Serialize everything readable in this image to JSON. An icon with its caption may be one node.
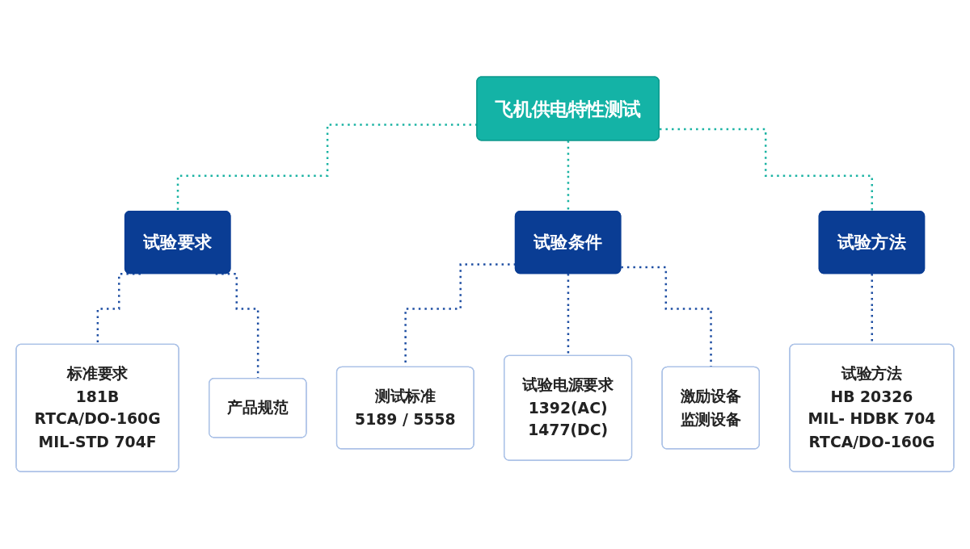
{
  "diagram": {
    "nodes": [
      {
        "text": [
          "飞机供电特性测试"
        ]
      },
      {
        "text": [
          "试验要求"
        ]
      },
      {
        "text": [
          "试验条件"
        ]
      },
      {
        "text": [
          "试验方法"
        ]
      },
      {
        "text": [
          "标准要求",
          "181B",
          "RTCA/DO-160G",
          "MIL-STD 704F"
        ]
      },
      {
        "text": [
          "产品规范"
        ]
      },
      {
        "text": [
          "测试标准",
          "5189 / 5558"
        ]
      },
      {
        "text": [
          "试验电源要求",
          "1392(AC)",
          "1477(DC)"
        ]
      },
      {
        "text": [
          "激励设备",
          "监测设备"
        ]
      },
      {
        "text": [
          "试验方法",
          "HB 20326",
          "MIL- HDBK 704",
          "RTCA/DO-160G"
        ]
      }
    ],
    "edges": [
      {
        "from": 0,
        "to": 1,
        "arrow": "none",
        "style": "dashed",
        "color": "#1bb3a3"
      },
      {
        "from": 0,
        "to": 2,
        "arrow": "none",
        "style": "dashed",
        "color": "#1bb3a3"
      },
      {
        "from": 0,
        "to": 3,
        "arrow": "none",
        "style": "dashed",
        "color": "#1bb3a3"
      },
      {
        "from": 1,
        "to": 4,
        "arrow": "none",
        "style": "dashed"
      },
      {
        "from": 1,
        "to": 5,
        "arrow": "none",
        "style": "dashed"
      },
      {
        "from": 2,
        "to": 6,
        "arrow": "none",
        "style": "dashed"
      },
      {
        "from": 2,
        "to": 7,
        "arrow": "none",
        "style": "dashed"
      },
      {
        "from": 2,
        "to": 8,
        "arrow": "none",
        "style": "dashed"
      },
      {
        "from": 3,
        "to": 9,
        "arrow": "none",
        "style": "dashed"
      }
    ]
  }
}
